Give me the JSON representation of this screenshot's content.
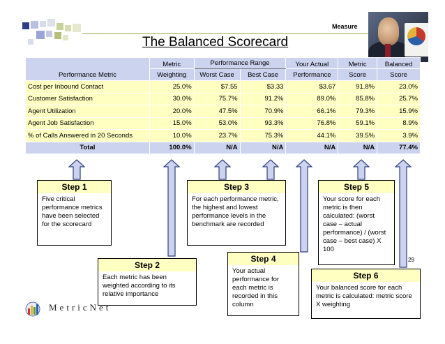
{
  "header": {
    "measure_label": "Measure",
    "title": "The Balanced Scorecard"
  },
  "table": {
    "headers": {
      "metric": "Performance Metric",
      "weighting_line1": "Metric",
      "weighting_line2": "Weighting",
      "performance_range": "Performance Range",
      "worst_case": "Worst Case",
      "best_case": "Best Case",
      "actual_line1": "Your Actual",
      "actual_line2": "Performance",
      "score_line1": "Metric",
      "score_line2": "Score",
      "balanced_line1": "Balanced",
      "balanced_line2": "Score"
    },
    "rows": [
      {
        "metric": "Cost per Inbound Contact",
        "weighting": "25.0%",
        "worst": "$7.55",
        "best": "$3.33",
        "actual": "$3.67",
        "score": "91.8%",
        "balanced": "23.0%"
      },
      {
        "metric": "Customer Satisfaction",
        "weighting": "30.0%",
        "worst": "75.7%",
        "best": "91.2%",
        "actual": "89.0%",
        "score": "85.8%",
        "balanced": "25.7%"
      },
      {
        "metric": "Agent Utilization",
        "weighting": "20.0%",
        "worst": "47.5%",
        "best": "70.9%",
        "actual": "66.1%",
        "score": "79.3%",
        "balanced": "15.9%"
      },
      {
        "metric": "Agent Job Satisfaction",
        "weighting": "15.0%",
        "worst": "53.0%",
        "best": "93.3%",
        "actual": "76.8%",
        "score": "59.1%",
        "balanced": "8.9%"
      },
      {
        "metric": "% of Calls Answered in 20 Seconds",
        "weighting": "10.0%",
        "worst": "23.7%",
        "best": "75.3%",
        "actual": "44.1%",
        "score": "39.5%",
        "balanced": "3.9%"
      }
    ],
    "total": {
      "metric": "Total",
      "weighting": "100.0%",
      "worst": "N/A",
      "best": "N/A",
      "actual": "N/A",
      "score": "N/A",
      "balanced": "77.4%"
    }
  },
  "steps": {
    "step1": {
      "title": "Step 1",
      "body": "Five critical performance metrics have been selected for the scorecard"
    },
    "step2": {
      "title": "Step 2",
      "body": "Each metric has been weighted according to its relative importance"
    },
    "step3": {
      "title": "Step 3",
      "body": "For each performance metric, the highest and lowest performance levels in the benchmark are recorded"
    },
    "step4": {
      "title": "Step 4",
      "body": "Your actual performance for each metric is recorded in this column"
    },
    "step5": {
      "title": "Step 5",
      "body": "Your score for each metric is then calculated: (worst case – actual performance) / (worst case – best case) X 100"
    },
    "step6": {
      "title": "Step 6",
      "body": "Your balanced score for each metric is calculated: metric score X weighting"
    }
  },
  "page_number": "29",
  "logo": {
    "text": "MetricNet"
  },
  "colors": {
    "header_fill": "#ccd3ee",
    "cell_fill": "#ffffc2",
    "arrow_fill": "#ccd3ee",
    "arrow_stroke": "#2c3f7a"
  }
}
